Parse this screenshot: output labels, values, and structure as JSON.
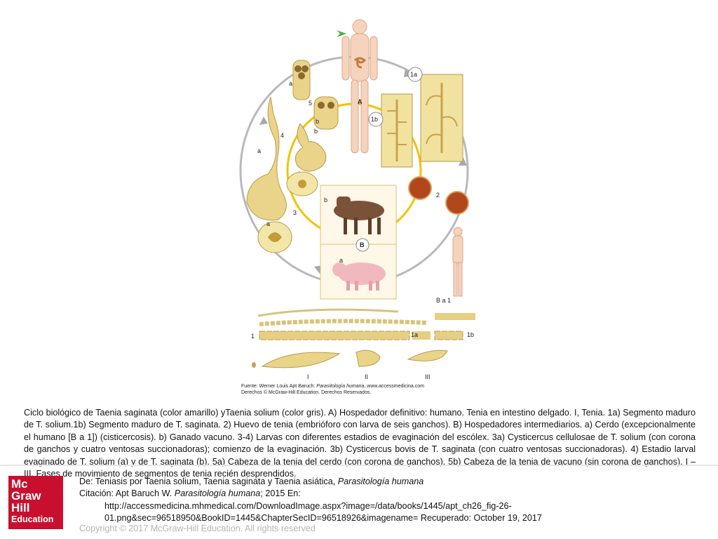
{
  "figure": {
    "labels": {
      "a_top": "a",
      "num_5": "5",
      "b_5": "b",
      "num_4": "4",
      "b_4": "b",
      "a_4": "a",
      "num_3": "3",
      "a_3": "a",
      "b_cow": "b",
      "a_pig": "a",
      "host_A": "A",
      "host_B": "B",
      "step_1a": "1a",
      "step_1b": "1b",
      "num_2": "2",
      "ba1": "B a 1",
      "row_1": "1",
      "row_1a": "1a",
      "row_1b": "1b",
      "roman_I": "I",
      "roman_II": "II",
      "roman_III": "III"
    },
    "source_prefix": "Fuente: Werner Louis Apt Baruch:",
    "source_book": "Parasitología humana",
    "source_suffix": ", www.accessmedicina.com",
    "source_rights": "Derechos © McGraw-Hill Education. Derechos Reservados."
  },
  "caption": "Ciclo biológico de Taenia saginata (color amarillo) yTaenia solium (color gris). A) Hospedador definitivo: humano. Tenia en intestino delgado. I, Tenia. 1a) Segmento maduro de T. solium.1b) Segmento maduro de T. saginata. 2) Huevo de tenia (embrióforo con larva de seis ganchos). B) Hospedadores intermediarios. a) Cerdo (excepcionalmente el humano [B a 1]) (cisticercosis). b) Ganado vacuno. 3-4) Larvas con diferentes estadios de evaginación del escólex. 3a) Cysticercus cellulosae de T. solium (con corona de ganchos y cuatro ventosas succionadoras); comienzo de la evaginación. 3b) Cysticercus bovis de T. saginata (con cuatro ventosas succionadoras). 4) Estadio larval evaginado de T. solium (a) y de T. saginata (b). 5a) Cabeza de la tenia del cerdo (con corona de ganchos). 5b) Cabeza de la tenia de vacuno (sin corona de ganchos). I – III. Fases de movimiento de segmentos de tenia recién desprendidos.",
  "logo": {
    "line1": "Mc",
    "line2": "Graw",
    "line3": "Hill",
    "line4": "Education"
  },
  "credits": {
    "de_prefix": "De: Teniasis por Taenia solium, Taenia saginata y Taenia asiática, ",
    "de_book": "Parasitología humana",
    "cit_prefix": "Citación: Apt Baruch W. ",
    "cit_book": "Parasitología humana",
    "cit_suffix": "; 2015 En:",
    "url_line1": "http://accessmedicina.mhmedical.com/DownloadImage.aspx?image=/data/books/1445/apt_ch26_fig-26-",
    "url_line2": "01.png&sec=96518950&BookID=1445&ChapterSecID=96518926&imagename= Recuperado: October 19, 2017"
  },
  "copyright": "Copyright © 2017 McGraw-Hill Education. All rights reserved"
}
